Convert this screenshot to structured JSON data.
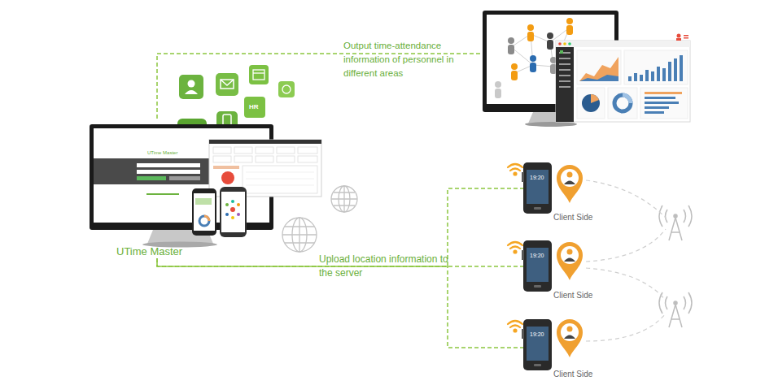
{
  "diagram": {
    "nodes": [
      {
        "text": [
          "UTime Master"
        ]
      },
      {
        "text": [
          "Client Side"
        ]
      },
      {
        "text": [
          "Client Side"
        ]
      },
      {
        "text": [
          "Client Side"
        ]
      }
    ],
    "edges": [
      {
        "from": 1,
        "to": 0,
        "arrow": "none"
      },
      {
        "from": 2,
        "to": 0,
        "arrow": "none",
        "label": "Upload location information to the server"
      },
      {
        "from": 3,
        "to": 0,
        "arrow": "none"
      }
    ],
    "labels": [
      "Output time-attendance information of personnel in different areas",
      "UTime Master",
      "HR",
      "19:20",
      "19:20",
      "19:20"
    ]
  }
}
